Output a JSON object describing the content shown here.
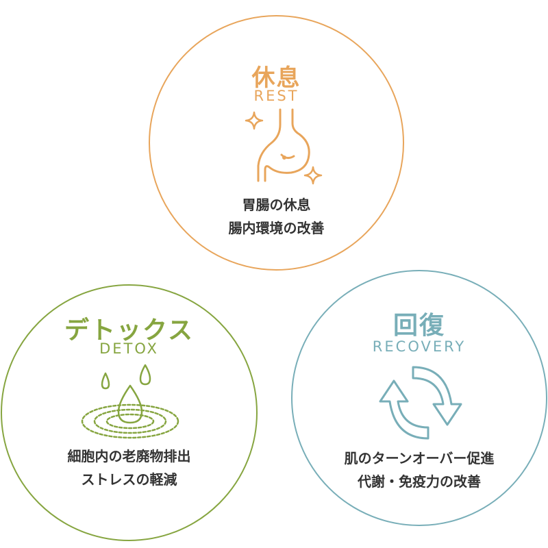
{
  "colors": {
    "rest": "#e8a55b",
    "detox": "#86a540",
    "recovery": "#78aeb8",
    "text": "#333333"
  },
  "rest": {
    "title": "休息",
    "subtitle": "REST",
    "lines": [
      "胃腸の休息",
      "腸内環境の改善"
    ],
    "icon": "stomach-icon"
  },
  "detox": {
    "title": "デトックス",
    "subtitle": "DETOX",
    "lines": [
      "細胞内の老廃物排出",
      "ストレスの軽減"
    ],
    "icon": "water-drops-icon"
  },
  "recovery": {
    "title": "回復",
    "subtitle": "RECOVERY",
    "lines": [
      "肌のターンオーバー促進",
      "代謝・免疫力の改善"
    ],
    "icon": "cycle-arrows-icon"
  }
}
